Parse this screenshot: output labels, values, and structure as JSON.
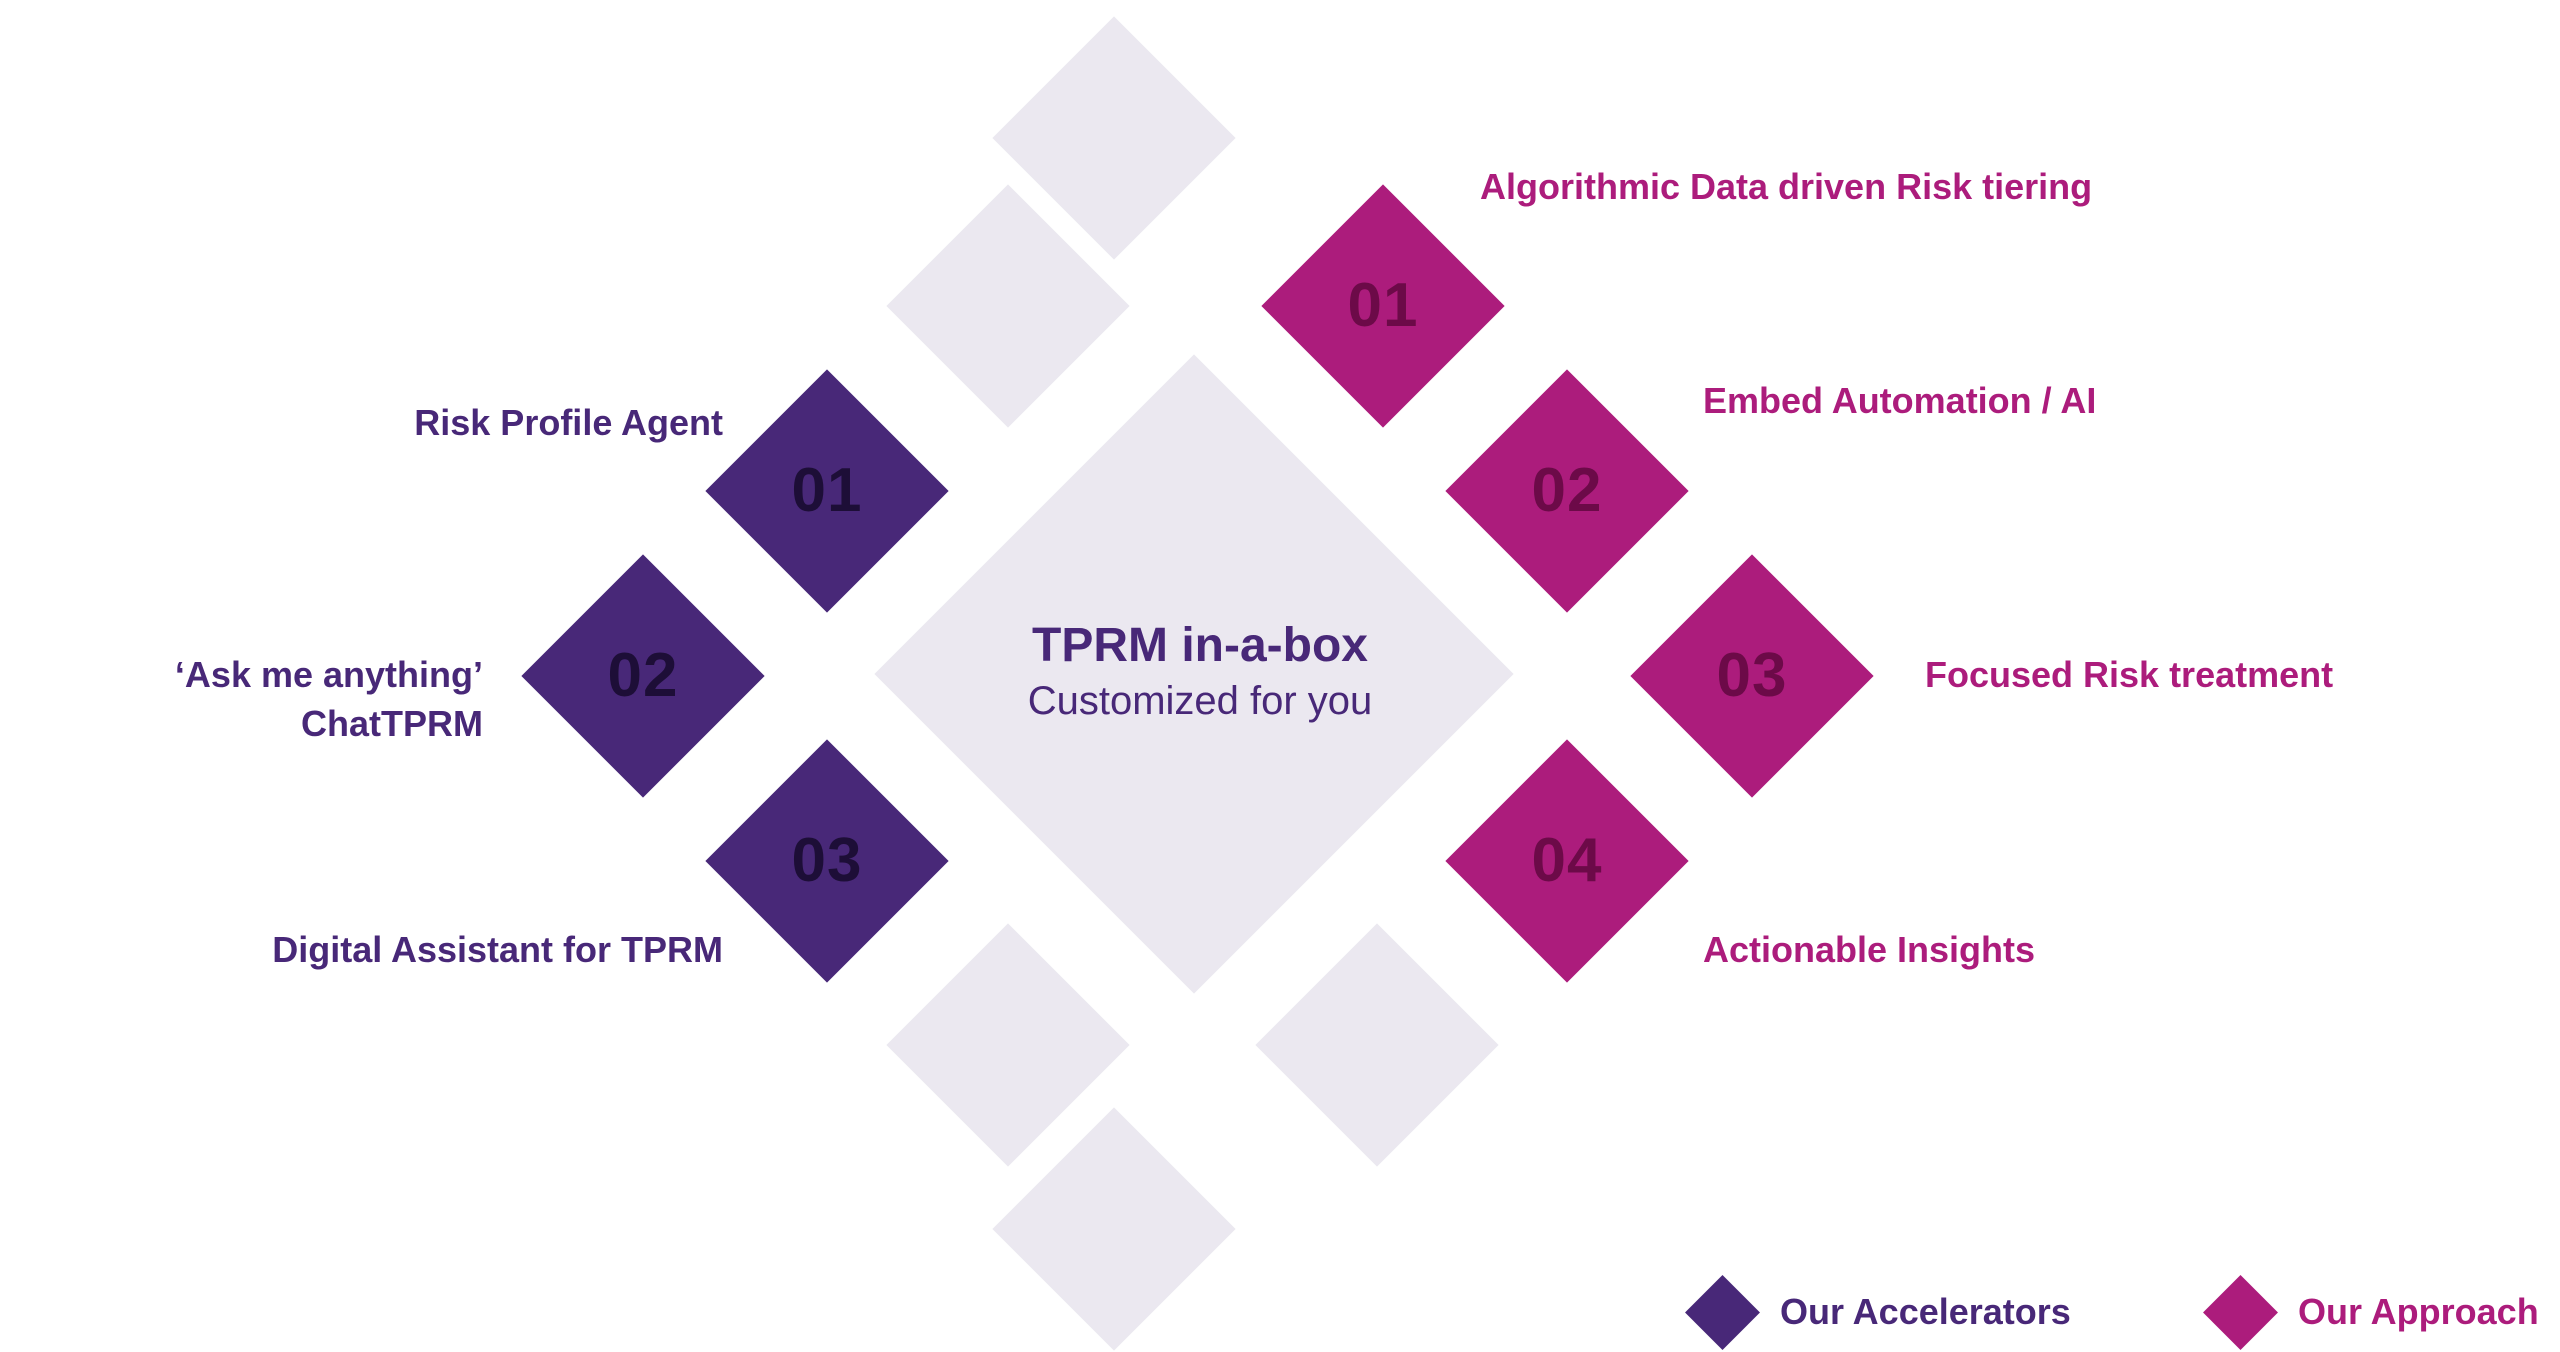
{
  "center": {
    "title": "TPRM in-a-box",
    "subtitle": "Customized for you"
  },
  "accelerators": [
    {
      "number": "01",
      "label": "Risk Profile Agent"
    },
    {
      "number": "02",
      "label_line1": "‘Ask me anything’",
      "label_line2": "ChatTPRM"
    },
    {
      "number": "03",
      "label": "Digital Assistant for TPRM"
    }
  ],
  "approach": [
    {
      "number": "01",
      "label": "Algorithmic Data driven Risk tiering"
    },
    {
      "number": "02",
      "label": "Embed Automation / AI"
    },
    {
      "number": "03",
      "label": "Focused Risk treatment"
    },
    {
      "number": "04",
      "label": "Actionable Insights"
    }
  ],
  "legend": {
    "accelerators": "Our Accelerators",
    "approach": "Our Approach"
  },
  "colors": {
    "accelerators": "#482878",
    "approach": "#ac1c7c",
    "background_diamond": "#ebe8f0"
  }
}
